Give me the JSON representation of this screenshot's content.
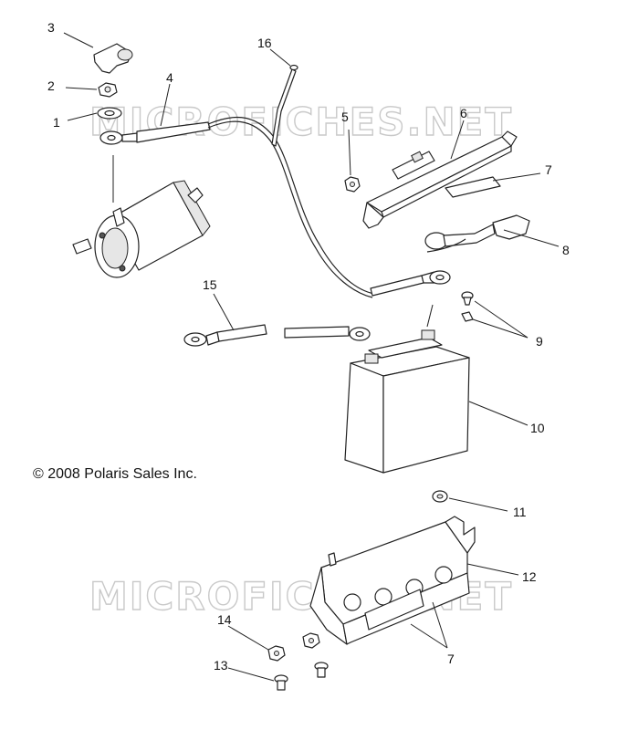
{
  "watermark": "MICROFICHES.NET",
  "copyright": "© 2008 Polaris Sales Inc.",
  "callouts": {
    "c1": "1",
    "c2": "2",
    "c3": "3",
    "c4": "4",
    "c5": "5",
    "c6": "6",
    "c7a": "7",
    "c8": "8",
    "c9": "9",
    "c10": "10",
    "c11": "11",
    "c12": "12",
    "c13": "13",
    "c14": "14",
    "c15": "15",
    "c16": "16",
    "c7b": "7"
  }
}
